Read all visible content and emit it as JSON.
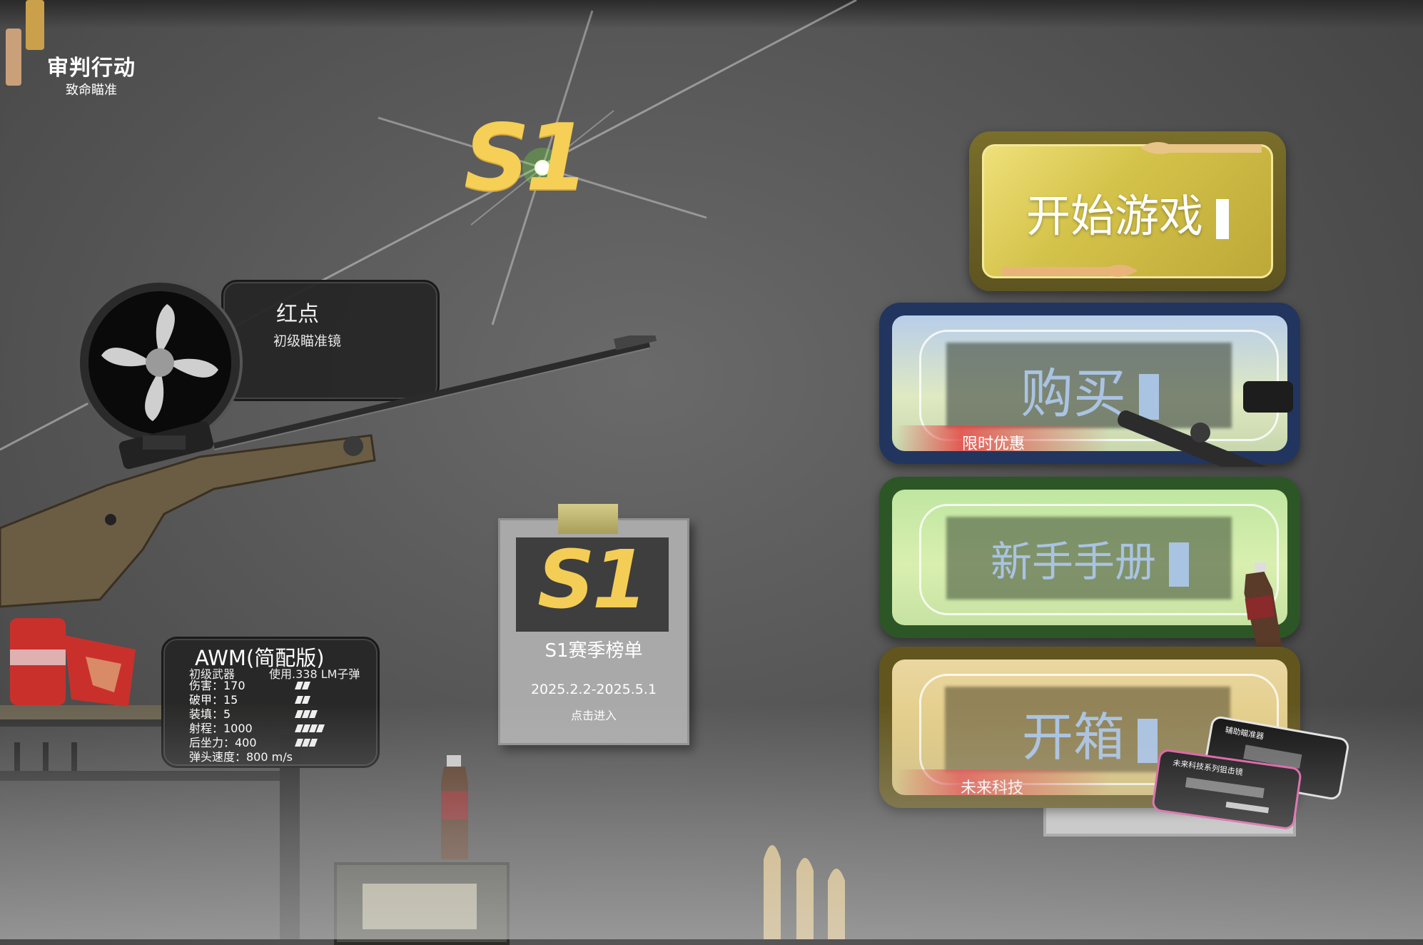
{
  "logo": {
    "title": "审判行动",
    "subtitle": "致命瞄准"
  },
  "season_badge": "S1",
  "scope_card": {
    "name": "红点",
    "desc": "初级瞄准镜"
  },
  "weapon_card": {
    "name": "AWM(简配版)",
    "tier": "初级武器",
    "ammo": "使用.338 LM子弹",
    "stats": [
      {
        "label": "伤害：170",
        "pips": 2
      },
      {
        "label": "破甲：15",
        "pips": 2
      },
      {
        "label": "装填：5",
        "pips": 3
      },
      {
        "label": "射程：1000",
        "pips": 4
      },
      {
        "label": "后坐力：400",
        "pips": 3
      },
      {
        "label": "弹头速度：800 m/s",
        "pips": 0
      }
    ]
  },
  "leaderboard": {
    "badge": "S1",
    "title": "S1赛季榜单",
    "dates": "2025.2.2-2025.5.1",
    "hint": "点击进入"
  },
  "menu": {
    "start": "开始游戏",
    "buy": "购买",
    "buy_tag": "限时优惠",
    "manual": "新手手册",
    "crate": "开箱",
    "crate_tag": "未来科技",
    "crate_card_1": "辅助瞄准器",
    "crate_card_2": "未来科技系列狙击镜"
  },
  "colors": {
    "gold": "#d9c64a",
    "blue_frame": "#23365e",
    "green_frame": "#2f5a28",
    "tan_frame": "#6c5a22",
    "accent_bar": "#a9c3e2"
  }
}
